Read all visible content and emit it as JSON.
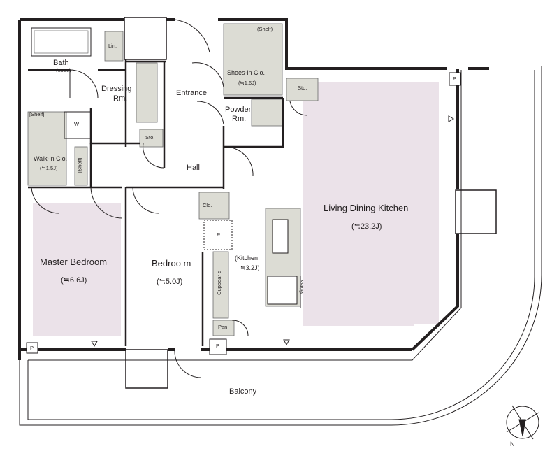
{
  "rooms": {
    "bath": {
      "name": "Bath",
      "size": "(1620)"
    },
    "linen": "Lin.",
    "dressing": {
      "line1": "Dressing",
      "line2": "Rm."
    },
    "entrance": "Entrance",
    "shelf_top": "(Shelf)",
    "shoes_in": {
      "name": "Shoes-in Clo.",
      "size": "(≒1.6J)"
    },
    "storage_1": "Sto.",
    "storage_2": "Sto.",
    "powder": {
      "line1": "Powder",
      "line2": "Rm."
    },
    "shelf_left": "[Shelf]",
    "washer": "W",
    "walk_in": {
      "name": "Walk-in Clo.",
      "size": "(≒1.5J)"
    },
    "shelf_side": "[Shelf]",
    "hall": "Hall",
    "closet": "Clo.",
    "refrigerator": "R",
    "ldk": {
      "name": "Living Dining Kitchen",
      "size": "(≒23.2J)"
    },
    "kitchen": {
      "name": "(Kitchen",
      "size": "≒3.2J)"
    },
    "glass": "Glass",
    "master_bedroom": {
      "name": "Master Bedroom",
      "size": "(≒6.6J)"
    },
    "bedroom": {
      "name": "Bedroo m",
      "size": "(≒5.0J)"
    },
    "cupboard": "Cupboar d",
    "pantry": "Pan.",
    "pipe_space_1": "P",
    "pipe_space_2": "P",
    "pipe_space_3": "P",
    "balcony": "Balcony"
  },
  "compass": {
    "label": "N"
  },
  "colors": {
    "wall": "#231f20",
    "room_tint": "#ebe2e9",
    "storage_tint": "#dcdcd4",
    "line": "#4a4a4a"
  }
}
